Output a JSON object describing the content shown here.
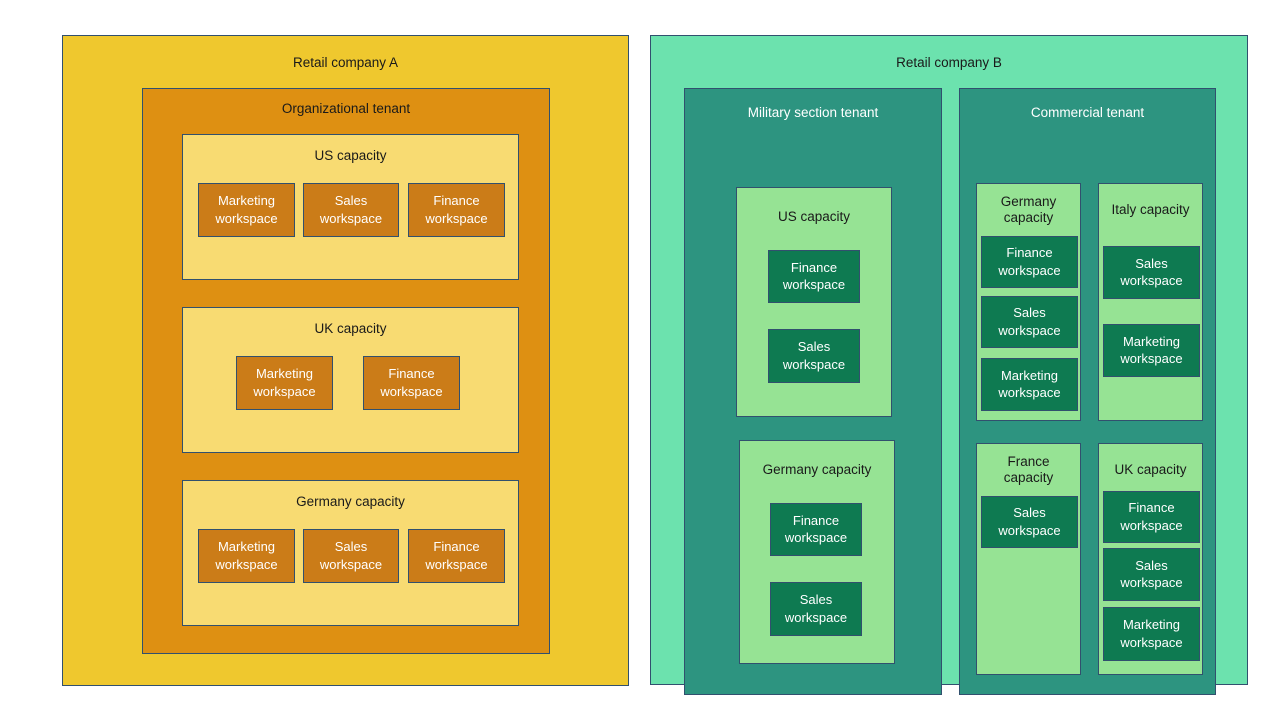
{
  "diagram": {
    "type": "nested-hierarchy",
    "companies": [
      {
        "name": "Retail company A",
        "theme": {
          "company": "#EFC82E",
          "tenant": "#DE9012",
          "capacity": "#F8DB72",
          "workspace": "#CB7C18",
          "border": "#31506E"
        },
        "tenants": [
          {
            "name": "Organizational tenant",
            "capacities": [
              {
                "name": "US capacity",
                "workspaces": [
                  "Marketing\nworkspace",
                  "Sales\nworkspace",
                  "Finance\nworkspace"
                ]
              },
              {
                "name": "UK capacity",
                "workspaces": [
                  "Marketing\nworkspace",
                  "Finance\nworkspace"
                ]
              },
              {
                "name": "Germany capacity",
                "workspaces": [
                  "Marketing\nworkspace",
                  "Sales\nworkspace",
                  "Finance\nworkspace"
                ]
              }
            ]
          }
        ]
      },
      {
        "name": "Retail company B",
        "theme": {
          "company": "#6CE2AE",
          "tenant": "#2D9480",
          "capacity": "#96E394",
          "workspace": "#0E7A51",
          "border": "#31506E"
        },
        "tenants": [
          {
            "name": "Military section tenant",
            "capacities": [
              {
                "name": "US capacity",
                "workspaces": [
                  "Finance\nworkspace",
                  "Sales\nworkspace"
                ]
              },
              {
                "name": "Germany capacity",
                "workspaces": [
                  "Finance\nworkspace",
                  "Sales\nworkspace"
                ]
              }
            ]
          },
          {
            "name": "Commercial tenant",
            "capacities": [
              {
                "name": "Germany\ncapacity",
                "workspaces": [
                  "Finance\nworkspace",
                  "Sales\nworkspace",
                  "Marketing\nworkspace"
                ]
              },
              {
                "name": "Italy capacity",
                "workspaces": [
                  "Sales\nworkspace",
                  "Marketing\nworkspace"
                ]
              },
              {
                "name": "France\ncapacity",
                "workspaces": [
                  "Sales\nworkspace"
                ]
              },
              {
                "name": "UK capacity",
                "workspaces": [
                  "Finance\nworkspace",
                  "Sales\nworkspace",
                  "Marketing\nworkspace"
                ]
              }
            ]
          }
        ]
      }
    ]
  },
  "a": {
    "company_title": "Retail company A",
    "tenant_title": "Organizational tenant",
    "cap_us": "US capacity",
    "cap_uk": "UK capacity",
    "cap_de": "Germany capacity",
    "us_ws": [
      "Marketing\nworkspace",
      "Sales\nworkspace",
      "Finance\nworkspace"
    ],
    "uk_ws": [
      "Marketing\nworkspace",
      "Finance\nworkspace"
    ],
    "de_ws": [
      "Marketing\nworkspace",
      "Sales\nworkspace",
      "Finance\nworkspace"
    ]
  },
  "b": {
    "company_title": "Retail company B",
    "mil_tenant_title": "Military section tenant",
    "com_tenant_title": "Commercial tenant",
    "mil_cap_us": "US capacity",
    "mil_cap_de": "Germany capacity",
    "mil_us_ws": [
      "Finance\nworkspace",
      "Sales\nworkspace"
    ],
    "mil_de_ws": [
      "Finance\nworkspace",
      "Sales\nworkspace"
    ],
    "com_cap_de": "Germany\ncapacity",
    "com_cap_it": "Italy capacity",
    "com_cap_fr": "France\ncapacity",
    "com_cap_uk": "UK capacity",
    "com_de_ws": [
      "Finance\nworkspace",
      "Sales\nworkspace",
      "Marketing\nworkspace"
    ],
    "com_it_ws": [
      "Sales\nworkspace",
      "Marketing\nworkspace"
    ],
    "com_fr_ws": [
      "Sales\nworkspace"
    ],
    "com_uk_ws": [
      "Finance\nworkspace",
      "Sales\nworkspace",
      "Marketing\nworkspace"
    ]
  }
}
